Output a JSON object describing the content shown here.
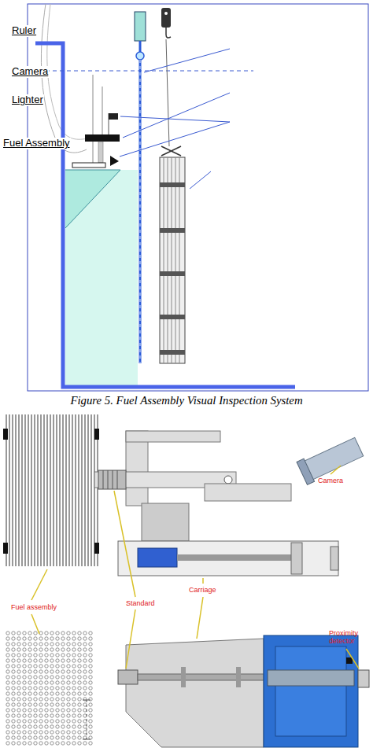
{
  "diagram": {
    "caption": "Figure 5. Fuel Assembly Visual Inspection System",
    "labels": [
      "Ruler",
      "Camera",
      "Lighter",
      "Fuel Assembly",
      "Camera",
      "Fuel assembly",
      "Standard",
      "Carriage",
      "Proximity detector"
    ]
  }
}
